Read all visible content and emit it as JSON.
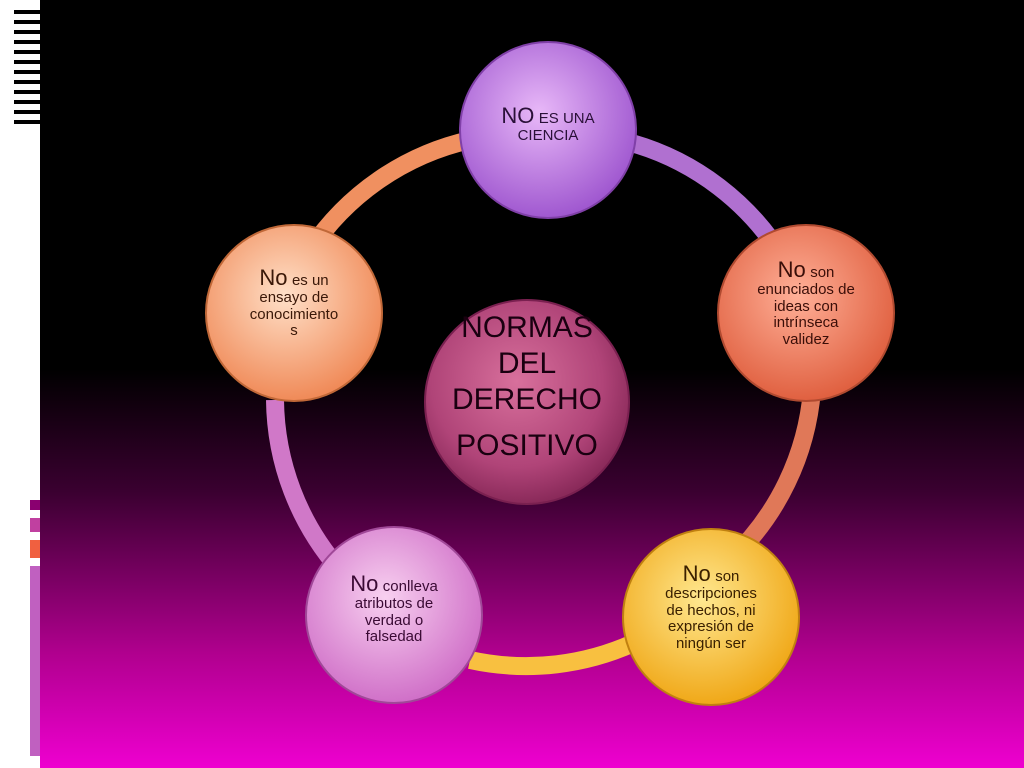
{
  "center": {
    "line1": "NORMAS",
    "line2": "DEL",
    "line3": "DERECHO",
    "line4": "POSITIVO"
  },
  "nodes": [
    {
      "lead": "NO",
      "rest": "ES UNA",
      "line2": "CIENCIA",
      "line3": "",
      "line4": "",
      "line5": "",
      "color": "#c878e0"
    },
    {
      "lead": "No",
      "rest": "son",
      "line2": "enunciados de",
      "line3": "ideas con",
      "line4": "intrínseca",
      "line5": "validez",
      "color": "#f0805c"
    },
    {
      "lead": "No",
      "rest": "son",
      "line2": "descripciones",
      "line3": "de hechos, ni",
      "line4": "expresión de",
      "line5": "ningún ser",
      "color": "#ffc43a"
    },
    {
      "lead": "No",
      "rest": "conlleva",
      "line2": "atributos de",
      "line3": "verdad o",
      "line4": "falsedad",
      "line5": "",
      "color": "#e890e0"
    },
    {
      "lead": "No",
      "rest": "es un",
      "line2": "ensayo de",
      "line3": "conocimiento",
      "line4": "s",
      "line5": "",
      "color": "#f8a878"
    }
  ],
  "colors": {
    "center": "#b04478",
    "ring": [
      "#a060c8",
      "#e07858",
      "#f0b040",
      "#d070c8",
      "#f09060"
    ]
  }
}
